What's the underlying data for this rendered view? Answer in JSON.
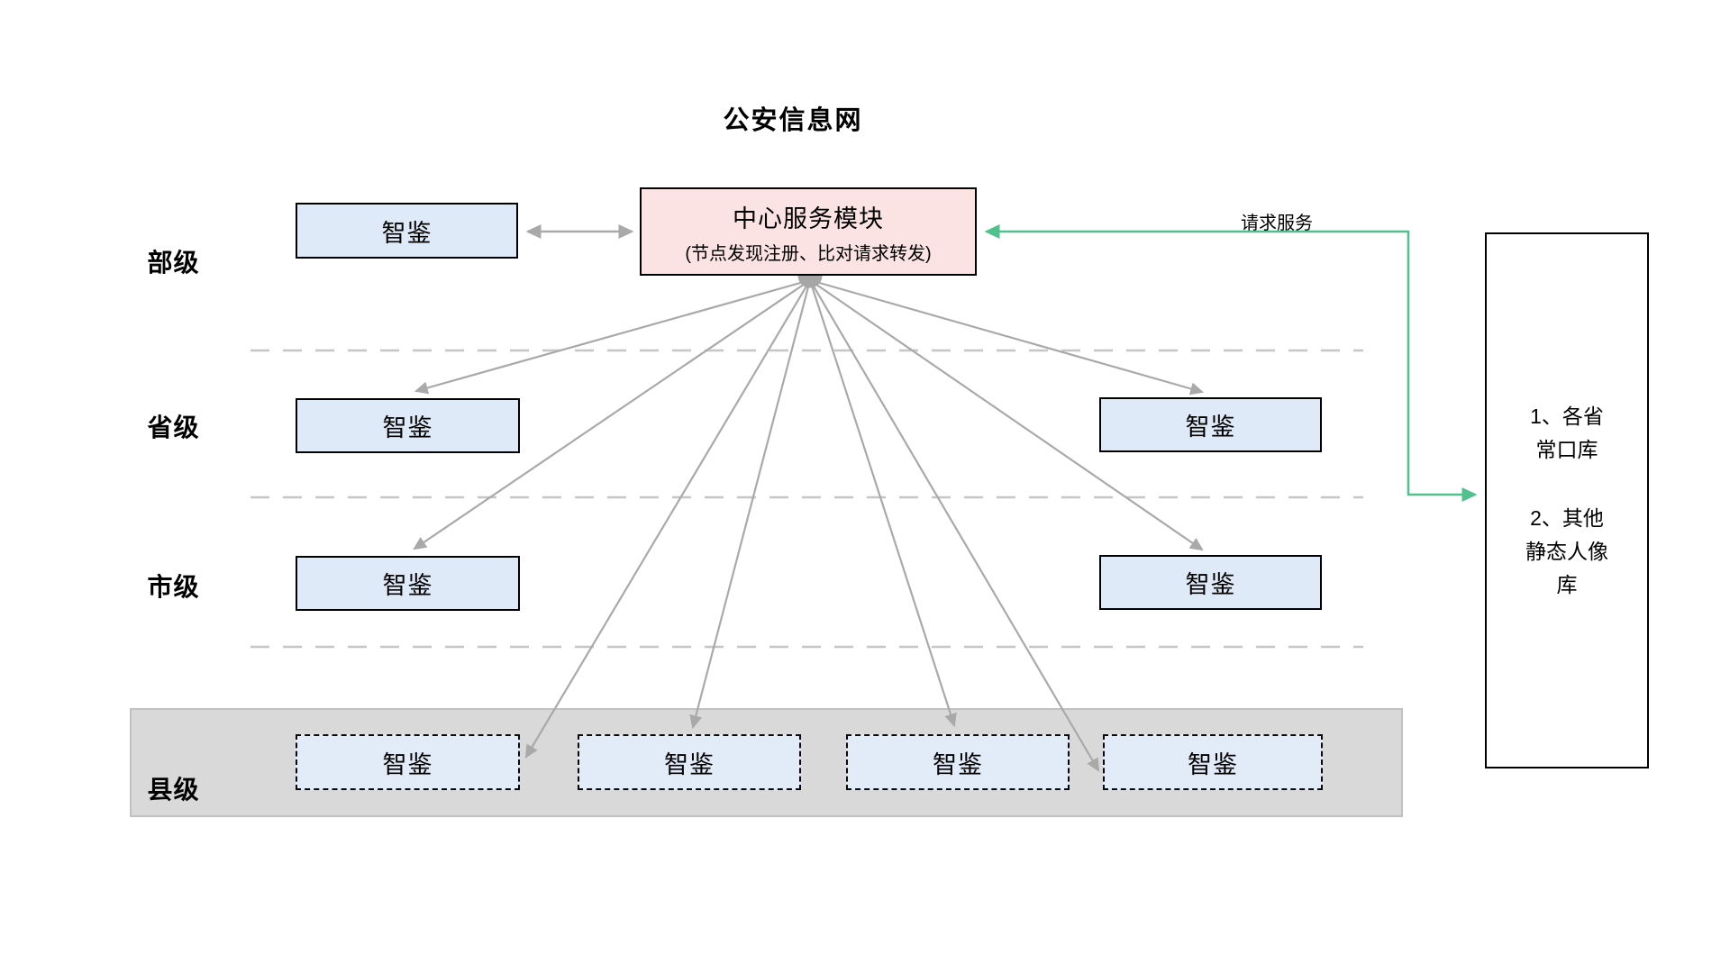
{
  "title": "公安信息网",
  "center_module": {
    "name": "中心服务模块",
    "detail": "(节点发现注册、比对请求转发)"
  },
  "row_labels": {
    "ministry": "部级",
    "province": "省级",
    "city": "市级",
    "county": "县级"
  },
  "node_label": "智鉴",
  "green_flow": {
    "label": "请求服务"
  },
  "right_panel": {
    "item1": {
      "line1": "1、各省",
      "line2": "常口库"
    },
    "item2": {
      "line1": "2、其他",
      "line2": "静态人像",
      "line3": "库"
    }
  },
  "colors": {
    "accent_green": "#50c08c",
    "node_blue": "#dfeaf8",
    "center_pink": "#fbe3e3",
    "band_gray": "#d9d9d9",
    "arrow_gray": "#a9a9a9",
    "separator_gray": "#c6c6c6"
  }
}
